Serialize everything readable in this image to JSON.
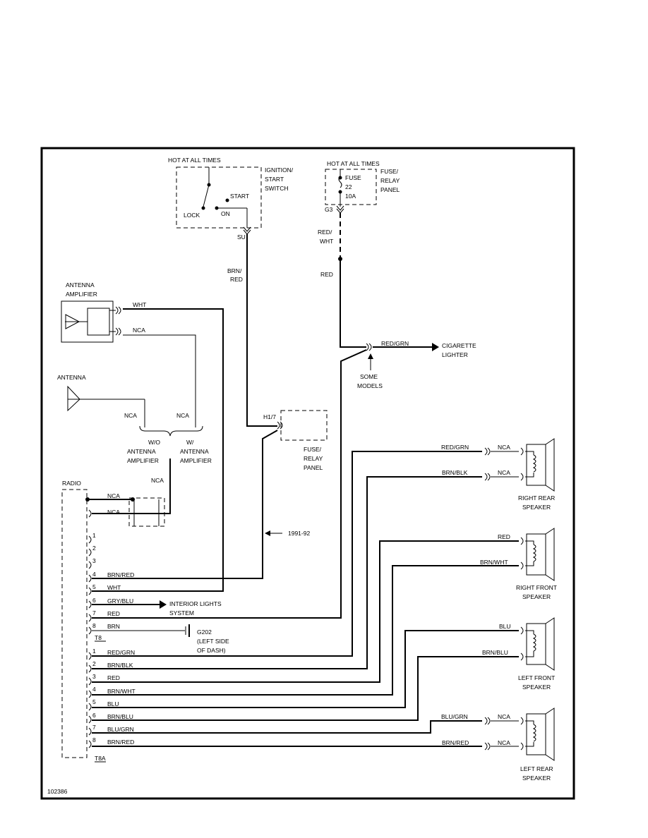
{
  "figure_id": "102386",
  "ignition": {
    "hot": "HOT AT ALL TIMES",
    "title_l1": "IGNITION/",
    "title_l2": "START",
    "title_l3": "SWITCH",
    "start": "START",
    "lock": "LOCK",
    "on": "ON",
    "terminal": "SU"
  },
  "fuse_top": {
    "hot": "HOT AT ALL TIMES",
    "fuse": "FUSE",
    "num": "22",
    "amps": "10A",
    "panel_l1": "FUSE/",
    "panel_l2": "RELAY",
    "panel_l3": "PANEL",
    "terminal": "G3"
  },
  "wires": {
    "red_wht_l1": "RED/",
    "red_wht_l2": "WHT",
    "red": "RED",
    "brn_red_l1": "BRN/",
    "brn_red_l2": "RED",
    "red_grn": "RED/GRN"
  },
  "lighter": {
    "l1": "CIGARETTE",
    "l2": "LIGHTER"
  },
  "some_models": {
    "l1": "SOME",
    "l2": "MODELS"
  },
  "antenna_amp": {
    "l1": "ANTENNA",
    "l2": "AMPLIFIER",
    "wht": "WHT",
    "nca": "NCA"
  },
  "antenna": {
    "label": "ANTENNA",
    "nca_left": "NCA",
    "nca_right": "NCA",
    "wo_l1": "W/O",
    "wo_l2": "ANTENNA",
    "wo_l3": "AMPLIFIER",
    "w_l1": "W/",
    "w_l2": "ANTENNA",
    "w_l3": "AMPLIFIER",
    "nca_lower": "NCA"
  },
  "fuse_mid": {
    "terminal": "H1/7",
    "l1": "FUSE/",
    "l2": "RELAY",
    "l3": "PANEL"
  },
  "year_note": "1991-92",
  "radio": {
    "label": "RADIO",
    "top_nca1": "NCA",
    "top_nca2": "NCA",
    "t8_label": "T8",
    "t8a_label": "T8A",
    "t8_pins": [
      {
        "num": "1",
        "wire": ""
      },
      {
        "num": "2",
        "wire": ""
      },
      {
        "num": "3",
        "wire": ""
      },
      {
        "num": "4",
        "wire": "BRN/RED"
      },
      {
        "num": "5",
        "wire": "WHT"
      },
      {
        "num": "6",
        "wire": "GRY/BLU"
      },
      {
        "num": "7",
        "wire": "RED"
      },
      {
        "num": "8",
        "wire": "BRN"
      }
    ],
    "t8a_pins": [
      {
        "num": "1",
        "wire": "RED/GRN"
      },
      {
        "num": "2",
        "wire": "BRN/BLK"
      },
      {
        "num": "3",
        "wire": "RED"
      },
      {
        "num": "4",
        "wire": "BRN/WHT"
      },
      {
        "num": "5",
        "wire": "BLU"
      },
      {
        "num": "6",
        "wire": "BRN/BLU"
      },
      {
        "num": "7",
        "wire": "BLU/GRN"
      },
      {
        "num": "8",
        "wire": "BRN/RED"
      }
    ]
  },
  "interior_lights": {
    "l1": "INTERIOR LIGHTS",
    "l2": "SYSTEM"
  },
  "ground": {
    "id": "G202",
    "l1": "(LEFT SIDE",
    "l2": "OF DASH)"
  },
  "speakers": [
    {
      "name_l1": "RIGHT REAR",
      "name_l2": "SPEAKER",
      "wire_top": "RED/GRN",
      "wire_bot": "BRN/BLK",
      "nca_top": "NCA",
      "nca_bot": "NCA"
    },
    {
      "name_l1": "RIGHT FRONT",
      "name_l2": "SPEAKER",
      "wire_top": "RED",
      "wire_bot": "BRN/WHT",
      "nca_top": "",
      "nca_bot": ""
    },
    {
      "name_l1": "LEFT FRONT",
      "name_l2": "SPEAKER",
      "wire_top": "BLU",
      "wire_bot": "BRN/BLU",
      "nca_top": "",
      "nca_bot": ""
    },
    {
      "name_l1": "LEFT REAR",
      "name_l2": "SPEAKER",
      "wire_top": "BLU/GRN",
      "wire_bot": "BRN/RED",
      "nca_top": "NCA",
      "nca_bot": "NCA"
    }
  ]
}
